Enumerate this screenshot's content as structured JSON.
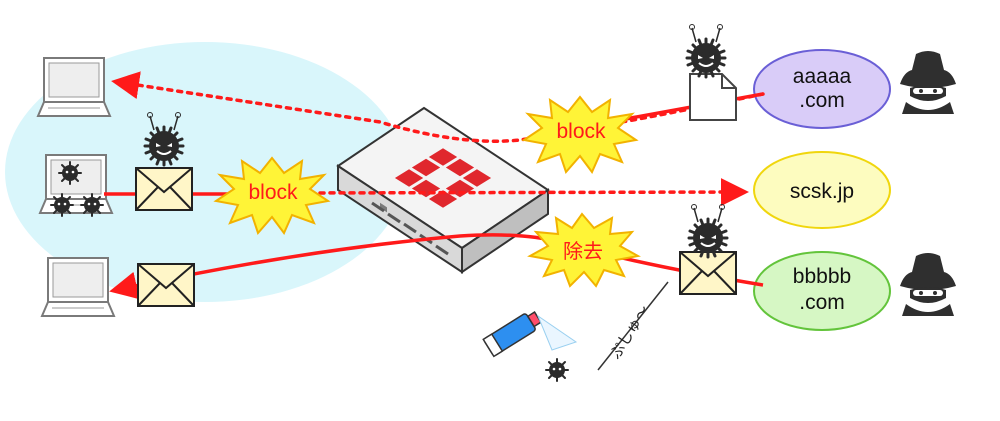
{
  "labels": {
    "block_top": "block",
    "block_left": "block",
    "remove": "除去",
    "domain_a_line1": "aaaaa",
    "domain_a_line2": ".com",
    "domain_b": "scsk.jp",
    "domain_c_line1": "bbbbb",
    "domain_c_line2": ".com",
    "handwritten": "ぷしゅ〜"
  },
  "colors": {
    "arrow_red": "#ff1a1a",
    "network_area": "#d9f6fb",
    "domain_a_fill": "#d9ccf8",
    "domain_b_fill": "#fdfcbf",
    "domain_c_fill": "#d6f7c4",
    "burst_fill": "#fff437",
    "burst_stroke": "#f2b200",
    "envelope_fill": "#fff6c8",
    "firewall_logo": "#e0272d"
  },
  "icons": [
    "laptop-icon",
    "virus-icon",
    "envelope-icon",
    "document-icon",
    "hacker-icon",
    "firewall-icon",
    "spray-can-icon",
    "burst-icon"
  ]
}
